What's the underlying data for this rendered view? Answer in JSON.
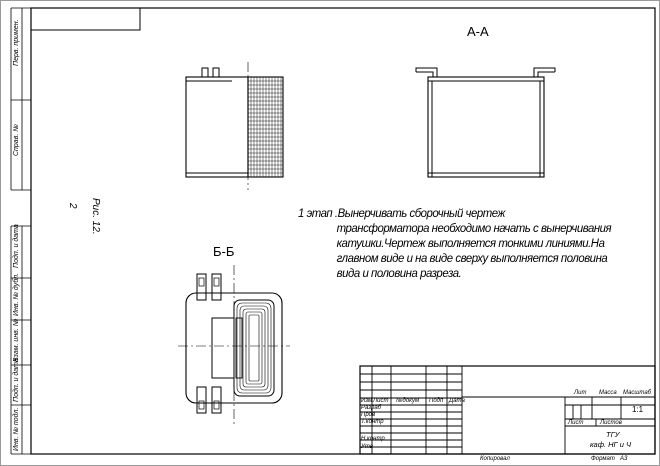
{
  "drawing": {
    "section_aa_label": "А-А",
    "section_bb_label": "Б-Б",
    "figure_caption": "Рис. 12.",
    "figure_number": "2"
  },
  "note": {
    "lines": [
      "1 этап .Вынерчивать сборочный чертеж",
      "трансформатора необходимо начать с вынерчивания",
      "катушки.Чертеж выполняется тонкими линиями.На",
      "главном виде и на виде сверху выполняется половина",
      "вида и половина разреза."
    ]
  },
  "left_margin": {
    "labels": [
      "Перв. примен.",
      "Справ. №",
      "Подп. и дата",
      "Инв. № дубл.",
      "Взам. инв. №",
      "Подп. и дата",
      "Инв. № подл."
    ]
  },
  "title_block": {
    "col_izm": "Изм",
    "col_list": "Лист",
    "col_ndokum": "№докум",
    "col_podp": "Подп",
    "col_data": "Дата",
    "razrab": "Разраб",
    "prov": "Пров",
    "tkontr": "Т.контр",
    "nkontr": "Н.контр",
    "utv": "Утв",
    "lit": "Лит",
    "massa": "Масса",
    "masshtab": "Масштаб",
    "scale_value": "1:1",
    "list": "Лист",
    "listov": "Листов",
    "org1": "ТГУ",
    "org2": "каф. НГ и Ч",
    "kopiroval": "Копировал",
    "format": "Формат",
    "format_value": "А3"
  }
}
